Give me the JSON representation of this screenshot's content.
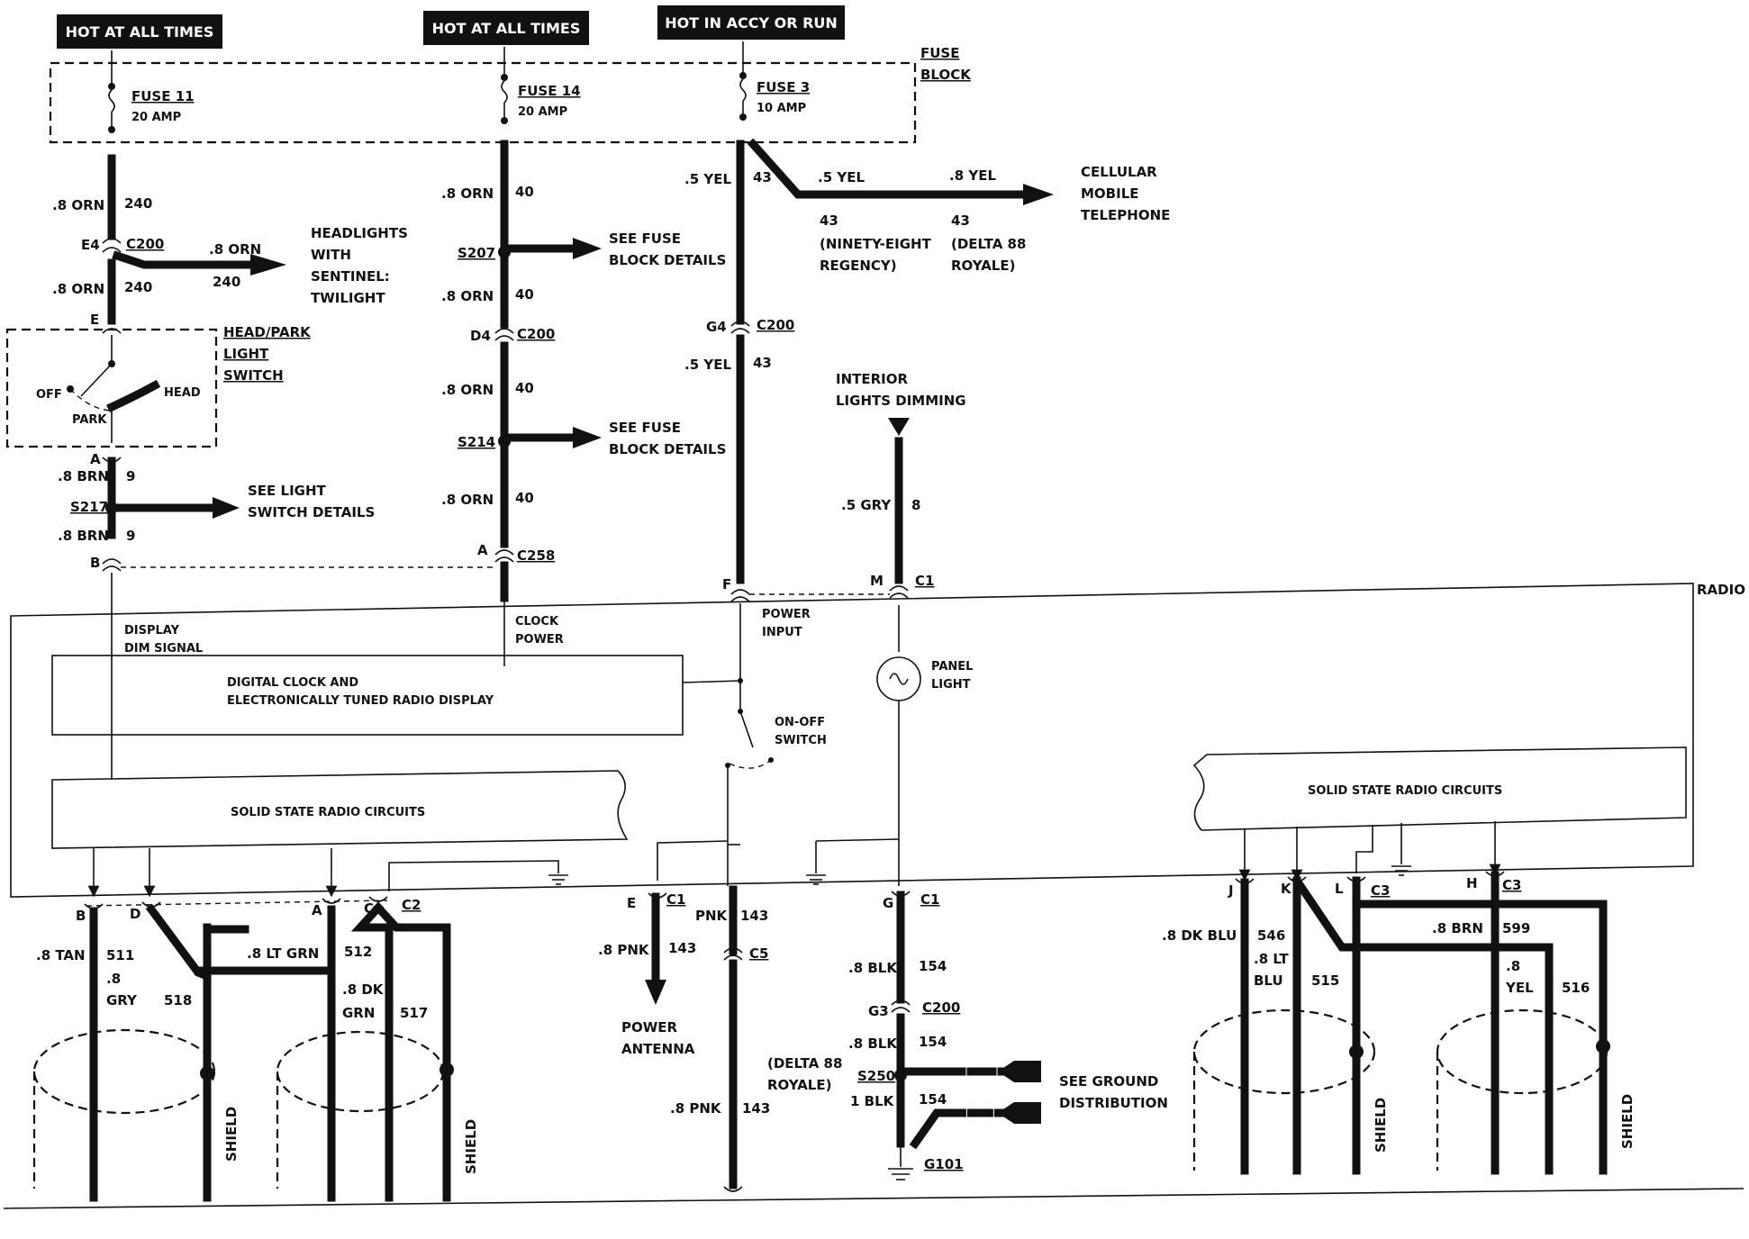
{
  "headers": {
    "hot1": "HOT AT ALL TIMES",
    "hot2": "HOT AT ALL TIMES",
    "hot3": "HOT IN ACCY OR RUN"
  },
  "fuse_block": {
    "label1": "FUSE",
    "label2": "BLOCK",
    "fuse11": "FUSE 11",
    "fuse11_amp": "20 AMP",
    "fuse14": "FUSE 14",
    "fuse14_amp": "20 AMP",
    "fuse3": "FUSE 3",
    "fuse3_amp": "10 AMP"
  },
  "left_column": {
    "w1_color": ".8 ORN",
    "w1_num": "240",
    "e4": "E4",
    "c200": "C200",
    "branch_color": ".8 ORN",
    "branch_num": "240",
    "headlights": [
      "HEADLIGHTS",
      "WITH",
      "SENTINEL:",
      "TWILIGHT"
    ],
    "w2_color": ".8 ORN",
    "w2_num": "240",
    "e": "E",
    "switch_title": [
      "HEAD/PARK",
      "LIGHT",
      "SWITCH"
    ],
    "off": "OFF",
    "park": "PARK",
    "head": "HEAD",
    "a": "A",
    "w3_color": ".8 BRN",
    "w3_num": "9",
    "s217": "S217",
    "see_light": [
      "SEE LIGHT",
      "SWITCH DETAILS"
    ],
    "w4_color": ".8 BRN",
    "w4_num": "9",
    "b": "B"
  },
  "middle_column": {
    "w1_color": ".8 ORN",
    "w1_num": "40",
    "s207": "S207",
    "see_fuse1": [
      "SEE FUSE",
      "BLOCK DETAILS"
    ],
    "w2_color": ".8 ORN",
    "w2_num": "40",
    "d4": "D4",
    "c200": "C200",
    "w3_color": ".8 ORN",
    "w3_num": "40",
    "s214": "S214",
    "see_fuse2": [
      "SEE FUSE",
      "BLOCK DETAILS"
    ],
    "w4_color": ".8 ORN",
    "w4_num": "40",
    "a": "A",
    "c258": "C258"
  },
  "fuse3_column": {
    "w1_color": ".5 YEL",
    "w1_num": "43",
    "branch1_color": ".5 YEL",
    "branch2_color": ".8 YEL",
    "branch1_num": "43",
    "branch2_num": "43",
    "branch1_note": [
      "(NINETY-EIGHT",
      "REGENCY)"
    ],
    "branch2_note": [
      "(DELTA 88",
      "ROYALE)"
    ],
    "cellular": [
      "CELLULAR",
      "MOBILE",
      "TELEPHONE"
    ],
    "g4": "G4",
    "c200": "C200",
    "w2_color": ".5 YEL",
    "w2_num": "43",
    "f": "F"
  },
  "dimming": {
    "title": [
      "INTERIOR",
      "LIGHTS DIMMING"
    ],
    "w_color": ".5 GRY",
    "w_num": "8",
    "m": "M",
    "c1": "C1"
  },
  "radio": {
    "label": "RADIO",
    "display_dim": [
      "DISPLAY",
      "DIM SIGNAL"
    ],
    "clock_power": [
      "CLOCK",
      "POWER"
    ],
    "power_input": [
      "POWER",
      "INPUT"
    ],
    "panel_light": [
      "PANEL",
      "LIGHT"
    ],
    "digital_clock": [
      "DIGITAL CLOCK AND",
      "ELECTRONICALLY TUNED RADIO DISPLAY"
    ],
    "on_off": [
      "ON-OFF",
      "SWITCH"
    ],
    "ssrc_left": "SOLID STATE RADIO CIRCUITS",
    "ssrc_right": "SOLID STATE RADIO CIRCUITS"
  },
  "bottom": {
    "c2_b": "B",
    "c2_d": "D",
    "c2_a": "A",
    "c2_c": "C",
    "c2": "C2",
    "tan_color": ".8 TAN",
    "tan_num": "511",
    "gry_color1": ".8",
    "gry_color2": "GRY",
    "gry_num": "518",
    "ltgrn_color": ".8 LT GRN",
    "ltgrn_num": "512",
    "dkgrn_color1": ".8 DK",
    "dkgrn_color2": "GRN",
    "dkgrn_num": "517",
    "shield1": "SHIELD",
    "shield2": "SHIELD",
    "e": "E",
    "c1a": "C1",
    "pnk1_color": "PNK",
    "pnk1_num": "143",
    "pnk2_color": ".8 PNK",
    "pnk2_num": "143",
    "power_antenna": [
      "POWER",
      "ANTENNA"
    ],
    "c5": "C5",
    "pnk3_color": ".8 PNK",
    "pnk3_num": "143",
    "g": "G",
    "c1b": "C1",
    "blk1_color": ".8 BLK",
    "blk1_num": "154",
    "g3": "G3",
    "c200": "C200",
    "blk2_color": ".8 BLK",
    "blk2_num": "154",
    "delta": [
      "(DELTA 88",
      "ROYALE)"
    ],
    "s250": "S250",
    "see_ground": [
      "SEE GROUND",
      "DISTRIBUTION"
    ],
    "blk3_color": "1 BLK",
    "blk3_num": "154",
    "g101": "G101",
    "c3_j": "J",
    "c3_k": "K",
    "c3_l": "L",
    "c3a": "C3",
    "c3_h": "H",
    "c3b": "C3",
    "dkblu_color": ".8 DK BLU",
    "dkblu_num": "546",
    "ltblu_color1": ".8 LT",
    "ltblu_color2": "BLU",
    "ltblu_num": "515",
    "brn_color": ".8 BRN",
    "brn_num": "599",
    "yel_color1": ".8",
    "yel_color2": "YEL",
    "yel_num": "516",
    "shield3": "SHIELD",
    "shield4": "SHIELD"
  }
}
